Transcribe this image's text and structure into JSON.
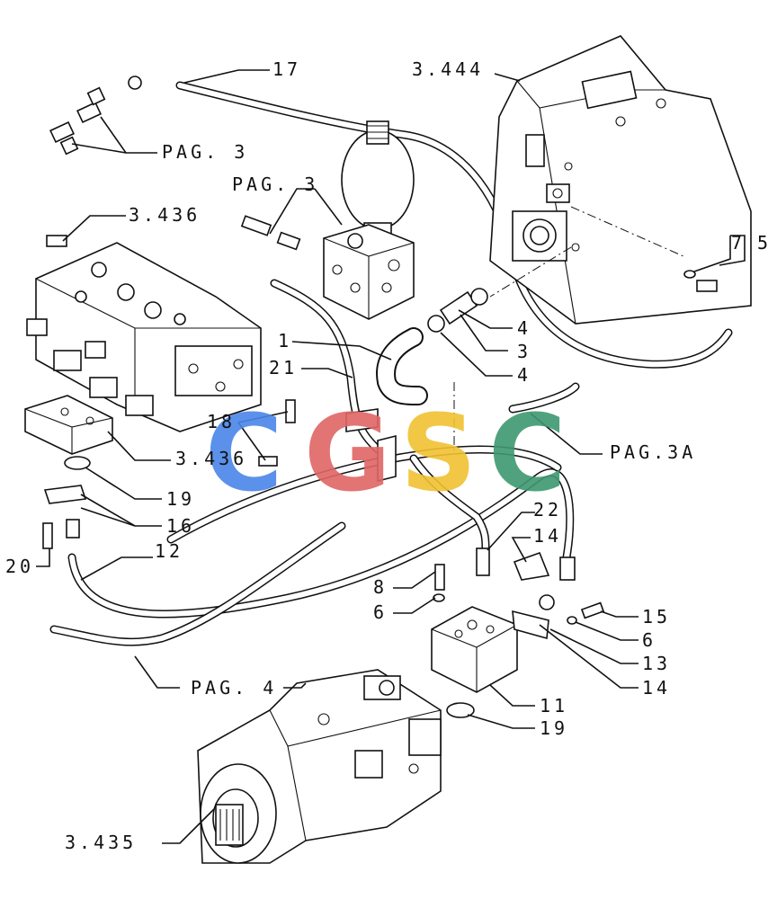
{
  "labels": {
    "l17": "17",
    "l3444": "3.444",
    "pag3_top": "PAG. 3",
    "pag3_mid": "PAG. 3",
    "l3436_top": "3.436",
    "l7": "7",
    "l5": "5",
    "l4a": "4",
    "l3": "3",
    "l4b": "4",
    "l1": "1",
    "l21": "21",
    "l18": "18",
    "l3436_mid": "3.436",
    "pag3a": "PAG.3A",
    "l19a": "19",
    "l16": "16",
    "l20": "20",
    "l12": "12",
    "l22": "22",
    "l14a": "14",
    "l8": "8",
    "l6a": "6",
    "l15": "15",
    "l6b": "6",
    "l13": "13",
    "l14b": "14",
    "pag4": "PAG. 4",
    "l11": "11",
    "l19b": "19",
    "l3435": "3.435"
  },
  "watermark": {
    "letters": [
      "C",
      "G",
      "S",
      "C"
    ],
    "colors": [
      "#4a86e8",
      "#e06666",
      "#f1c232",
      "#3d9970"
    ]
  }
}
